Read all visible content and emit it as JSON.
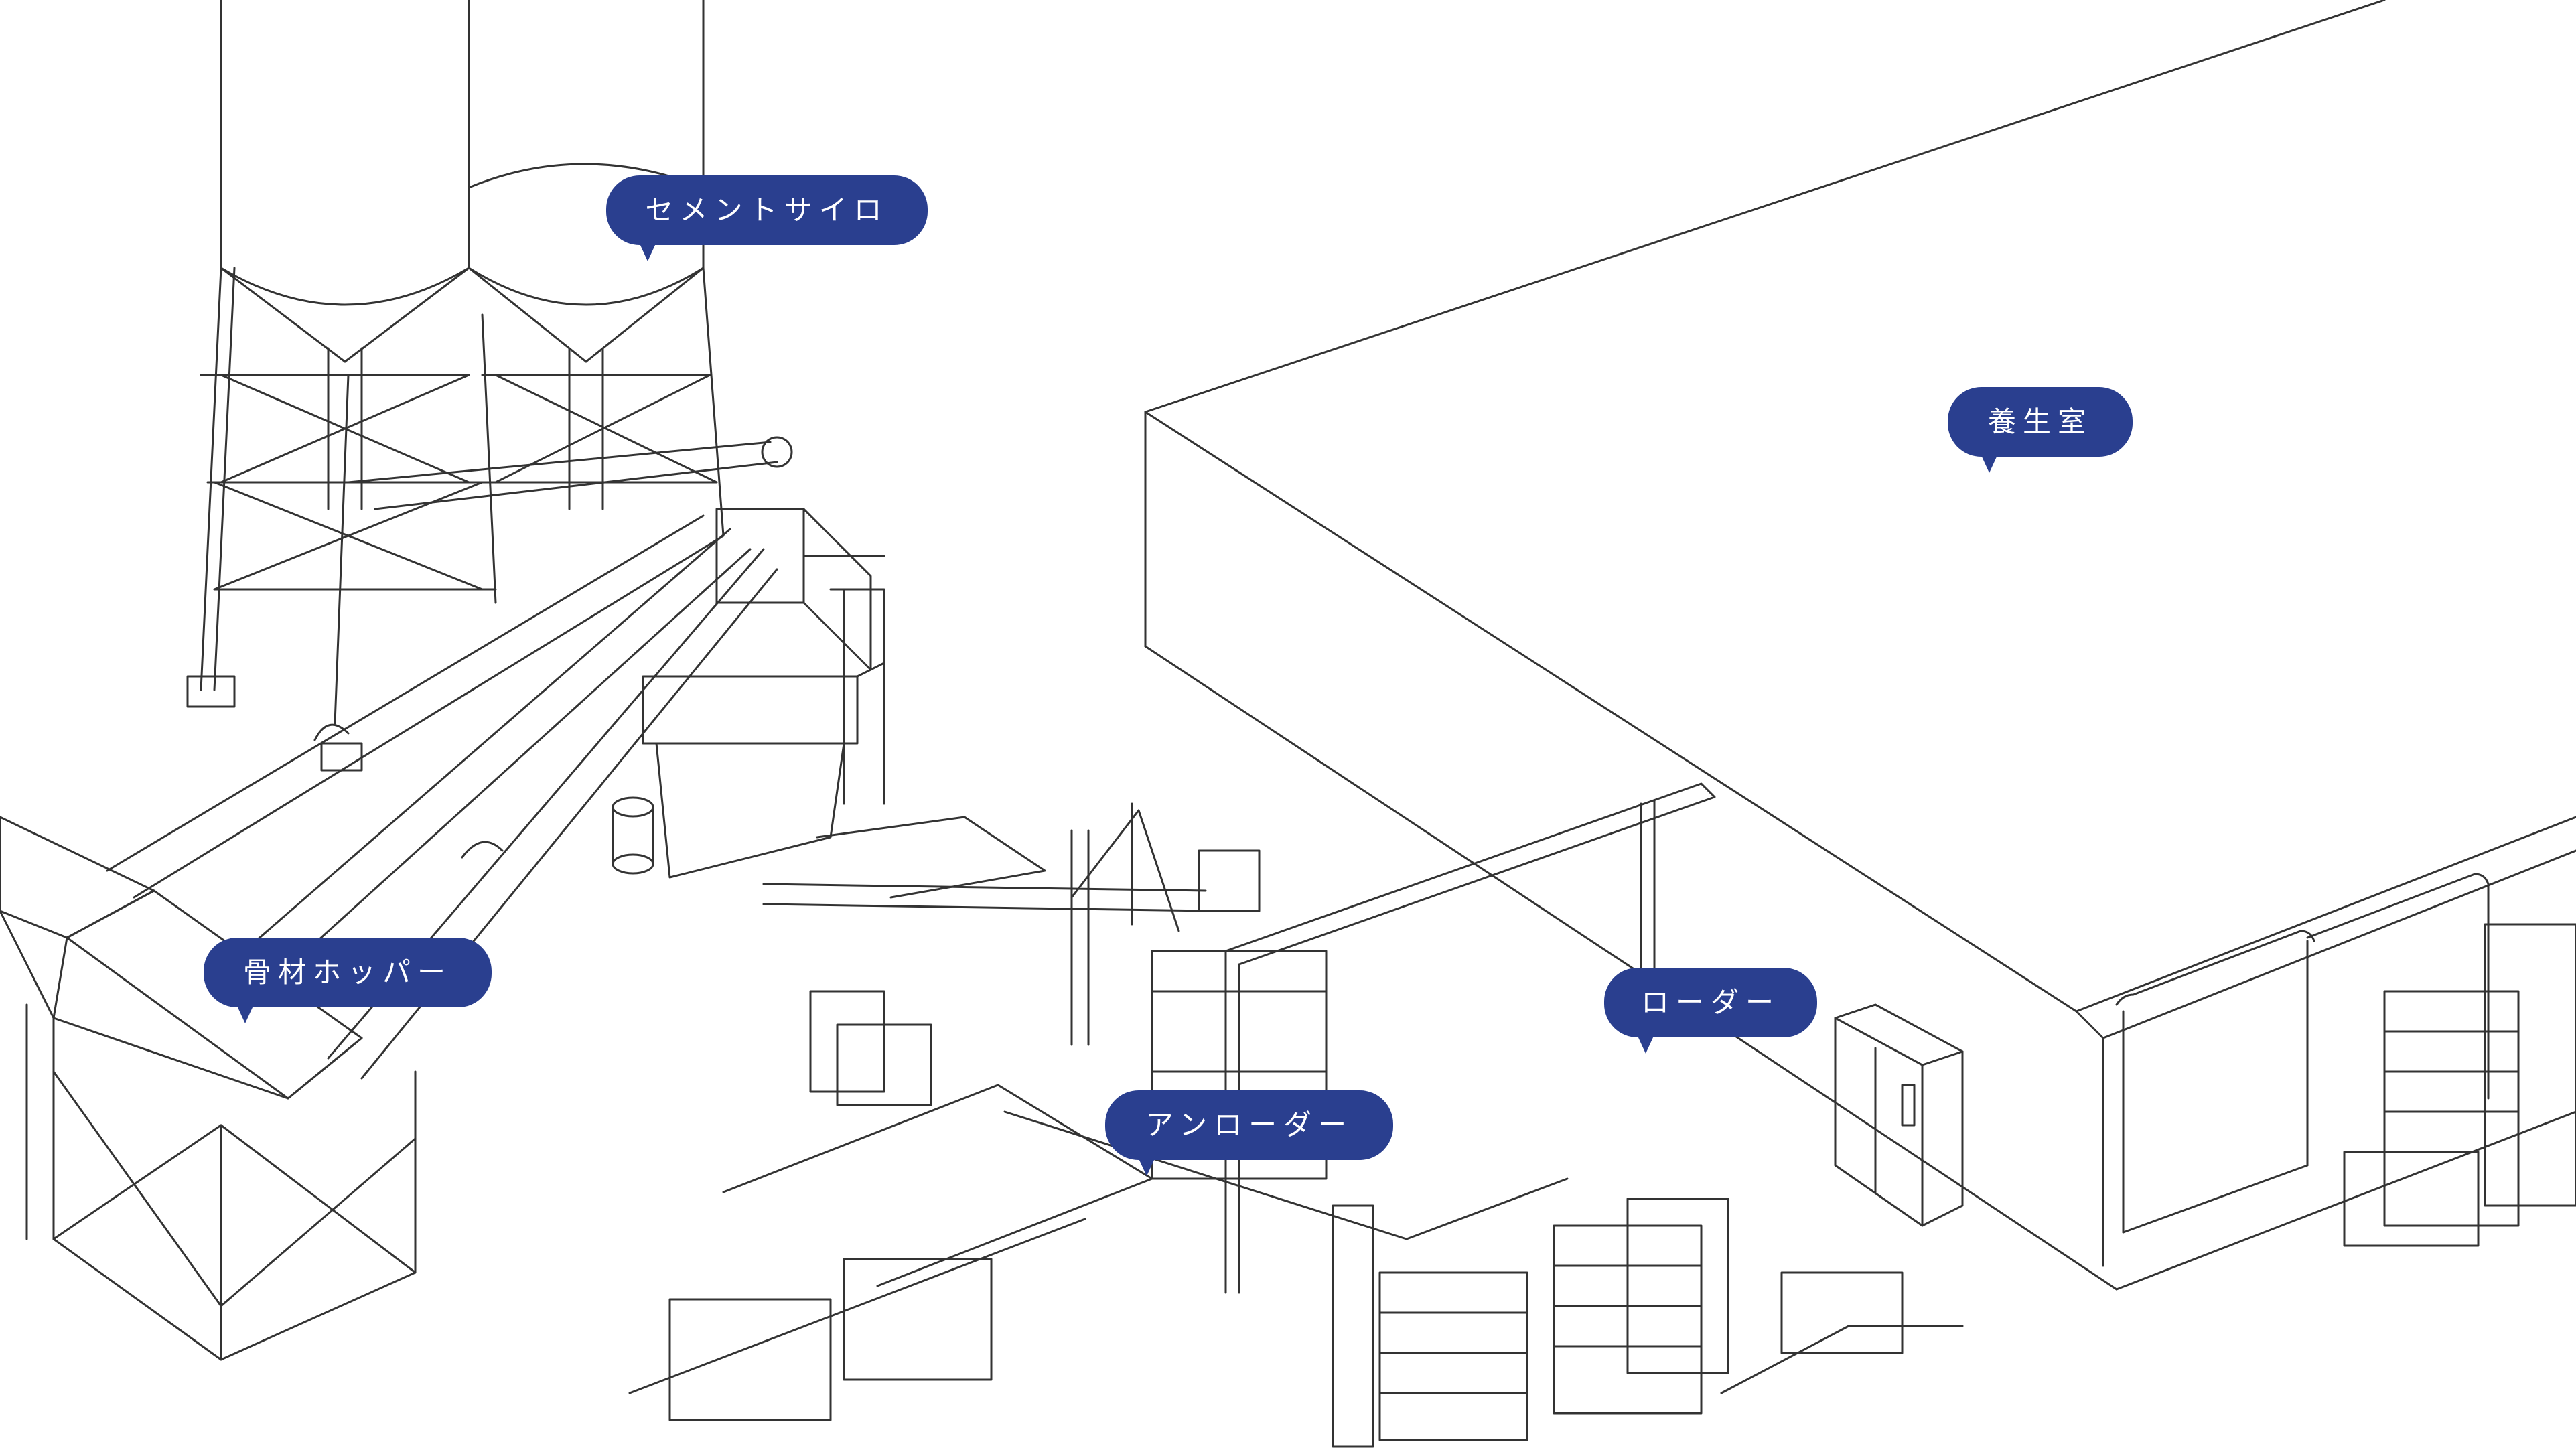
{
  "callouts": {
    "cement_silo": "セメントサイロ",
    "curing_room": "養生室",
    "aggregate_hopper": "骨材ホッパー",
    "loader": "ローダー",
    "unloader": "アンローダー"
  },
  "colors": {
    "line": "#333333",
    "callout": "#2a3f8f"
  }
}
